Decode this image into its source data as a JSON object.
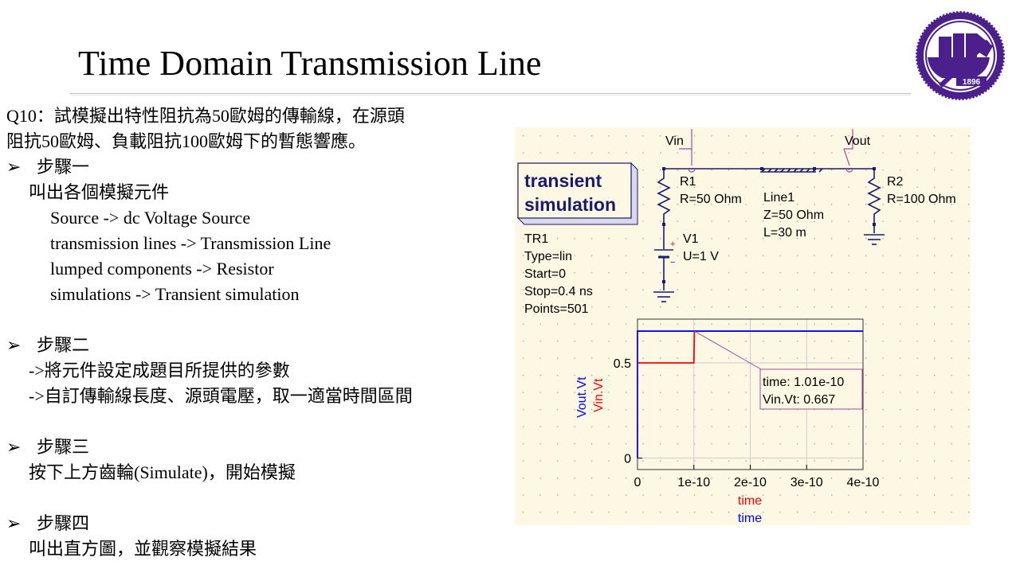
{
  "slide": {
    "title": "Time Domain Transmission Line",
    "question_line1": "Q10：試模擬出特性阻抗為50歐姆的傳輸線，在源頭",
    "question_line2": "阻抗50歐姆、負載阻抗100歐姆下的暫態響應。",
    "step1": {
      "heading": "步驟一",
      "intro": "叫出各個模擬元件",
      "items": [
        "Source -> dc Voltage Source",
        "transmission lines -> Transmission Line",
        "lumped components -> Resistor",
        "simulations -> Transient simulation"
      ]
    },
    "step2": {
      "heading": "步驟二",
      "lines": [
        "->將元件設定成題目所提供的參數",
        "->自訂傳輸線長度、源頭電壓，取一適當時間區間"
      ]
    },
    "step3": {
      "heading": "步驟三",
      "line": "按下上方齒輪(Simulate)，開始模擬"
    },
    "step4": {
      "heading": "步驟四",
      "line": "叫出直方圖，並觀察模擬結果"
    },
    "bullet_icon": "arrow-bullet-icon",
    "logo_text": "1896"
  },
  "schematic": {
    "sim_box": {
      "line1": "transient",
      "line2": "simulation"
    },
    "tr1": [
      "TR1",
      "Type=lin",
      "Start=0",
      "Stop=0.4 ns",
      "Points=501"
    ],
    "vin_label": "Vin",
    "vout_label": "Vout",
    "r1": [
      "R1",
      "R=50 Ohm"
    ],
    "line1": [
      "Line1",
      "Z=50 Ohm",
      "L=30 m"
    ],
    "r2": [
      "R2",
      "R=100 Ohm"
    ],
    "v1": [
      "V1",
      "U=1 V"
    ],
    "v1_plus": "+",
    "v1_minus": "−"
  },
  "chart_data": {
    "type": "line",
    "xlabel_red": "time",
    "xlabel_blue": "time",
    "ylabel_blue": "Vout.Vt",
    "ylabel_red": "Vin.Vt",
    "xlim": [
      0,
      4e-10
    ],
    "ylim": [
      -0.06,
      0.73
    ],
    "x_ticks": [
      "0",
      "1e-10",
      "2e-10",
      "3e-10",
      "4e-10"
    ],
    "x_tick_values": [
      0,
      1e-10,
      2e-10,
      3e-10,
      4e-10
    ],
    "y_ticks": [
      "0",
      "0.5"
    ],
    "y_tick_values": [
      0,
      0.5
    ],
    "series": [
      {
        "name": "Vin.Vt",
        "color": "#ff0000",
        "x": [
          0,
          1e-10,
          1.01e-10,
          4e-10
        ],
        "y": [
          0.5,
          0.5,
          0.667,
          0.667
        ],
        "plot_until": 1.01e-10
      },
      {
        "name": "Vout.Vt",
        "color": "#0000ff",
        "x": [
          0,
          0,
          0,
          4e-10
        ],
        "y": [
          0,
          0.55,
          0.667,
          0.667
        ]
      }
    ],
    "marker": {
      "time_label": "time: 1.01e-10",
      "value_label": "Vin.Vt: 0.667",
      "x": 1.01e-10,
      "y": 0.667
    }
  }
}
